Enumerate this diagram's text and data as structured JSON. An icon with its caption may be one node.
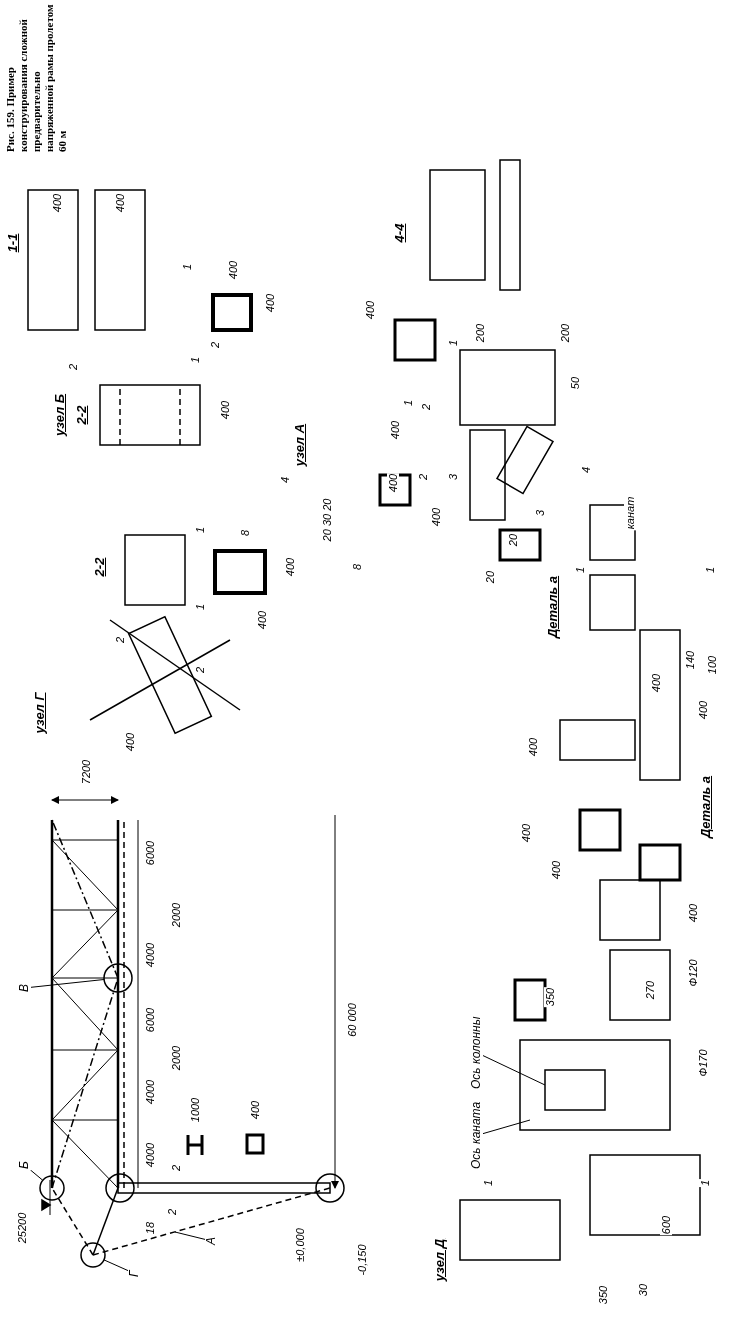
{
  "diagram": {
    "caption": "Рис. 159. Пример конструирования сложной предварительно напряженной рамы пролетом 60 м",
    "nodes": [
      {
        "text": [
          "Б"
        ]
      },
      {
        "text": [
          "В"
        ]
      },
      {
        "text": [
          "Г"
        ]
      },
      {
        "text": [
          "А"
        ]
      },
      {
        "text": [
          "Ось каната"
        ]
      },
      {
        "text": [
          "Ось колонны"
        ]
      },
      {
        "text": [],
        "shape": "circle"
      },
      {
        "text": [],
        "shape": "circle"
      },
      {
        "text": [],
        "shape": "circle"
      }
    ],
    "edges": [
      {
        "from": 0,
        "to": 7,
        "arrow": "none"
      },
      {
        "from": 1,
        "to": 6,
        "arrow": "none"
      },
      {
        "from": 2,
        "to": 8,
        "arrow": "none"
      },
      {
        "from": 3,
        "to": null,
        "arrow": "none"
      },
      {
        "from": 4,
        "to": null,
        "arrow": "none"
      },
      {
        "from": 5,
        "to": null,
        "arrow": "none"
      }
    ],
    "labels": [
      "25200",
      "7200",
      "4000",
      "4000",
      "2000",
      "6000",
      "4000",
      "2000",
      "6000",
      "1000",
      "400",
      "2",
      "2",
      "18",
      "60 000",
      "±0,000",
      "-0,150",
      "узел Г",
      "2",
      "2",
      "400",
      "2-2",
      "1",
      "1",
      "8",
      "400",
      "400",
      "узел Б",
      "2-2",
      "2",
      "400",
      "1",
      "2",
      "1-1",
      "400",
      "400",
      "1",
      "400",
      "400",
      "4-4",
      "узел А",
      "4",
      "20 30 20",
      "8",
      "400",
      "200",
      "200",
      "50",
      "1",
      "1",
      "2",
      "400",
      "400",
      "2",
      "3",
      "3",
      "400",
      "20",
      "20",
      "4",
      "Деталь а",
      "канат",
      "1",
      "1",
      "400",
      "140",
      "100",
      "400",
      "400",
      "400",
      "400",
      "Деталь а",
      "узел Д",
      "1",
      "1",
      "600",
      "350",
      "30",
      "350",
      "270",
      "Ф120",
      "Ф170",
      "400"
    ]
  }
}
